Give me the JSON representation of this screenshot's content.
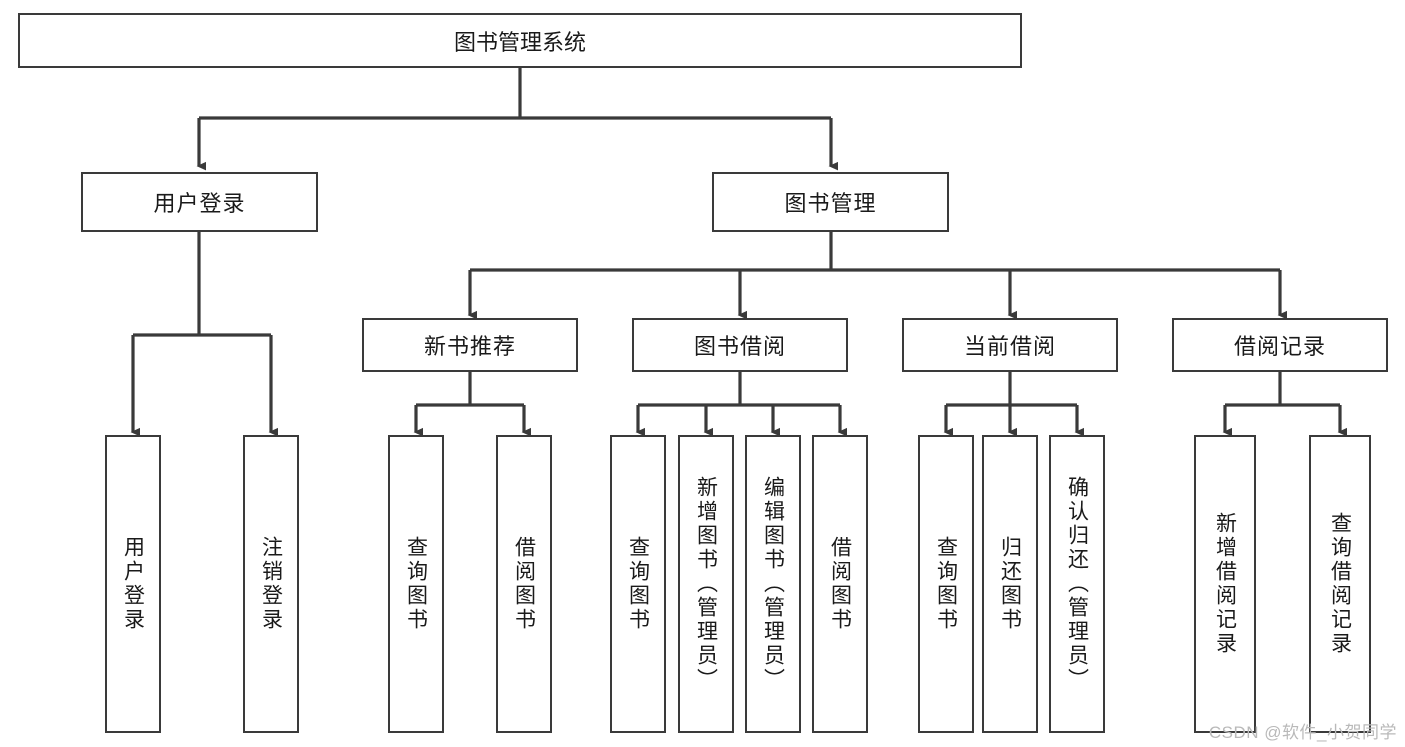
{
  "diagram": {
    "title": "图书管理系统",
    "type": "hierarchy-tree",
    "watermark": "CSDN @软件_小贺同学",
    "colors": {
      "stroke": "#3a3a3a",
      "box_fill": "#ffffff",
      "text": "#1a1a1a",
      "background": "#ffffff",
      "watermark": "#b9b9b9"
    },
    "levels": {
      "root": {
        "label": "图书管理系统"
      },
      "level2": [
        {
          "label": "用户登录"
        },
        {
          "label": "图书管理"
        }
      ],
      "level3": [
        {
          "label": "新书推荐"
        },
        {
          "label": "图书借阅"
        },
        {
          "label": "当前借阅"
        },
        {
          "label": "借阅记录"
        }
      ],
      "leaves": {
        "user_login": [
          {
            "label": "用户登录"
          },
          {
            "label": "注销登录"
          }
        ],
        "new_book_recommend": [
          {
            "label": "查询图书"
          },
          {
            "label": "借阅图书"
          }
        ],
        "book_borrow": [
          {
            "label": "查询图书"
          },
          {
            "label": "新增图书（管理员）"
          },
          {
            "label": "编辑图书（管理员）"
          },
          {
            "label": "借阅图书"
          }
        ],
        "current_borrow": [
          {
            "label": "查询图书"
          },
          {
            "label": "归还图书"
          },
          {
            "label": "确认归还（管理员）"
          }
        ],
        "borrow_record": [
          {
            "label": "新增借阅记录"
          },
          {
            "label": "查询借阅记录"
          }
        ]
      }
    }
  }
}
